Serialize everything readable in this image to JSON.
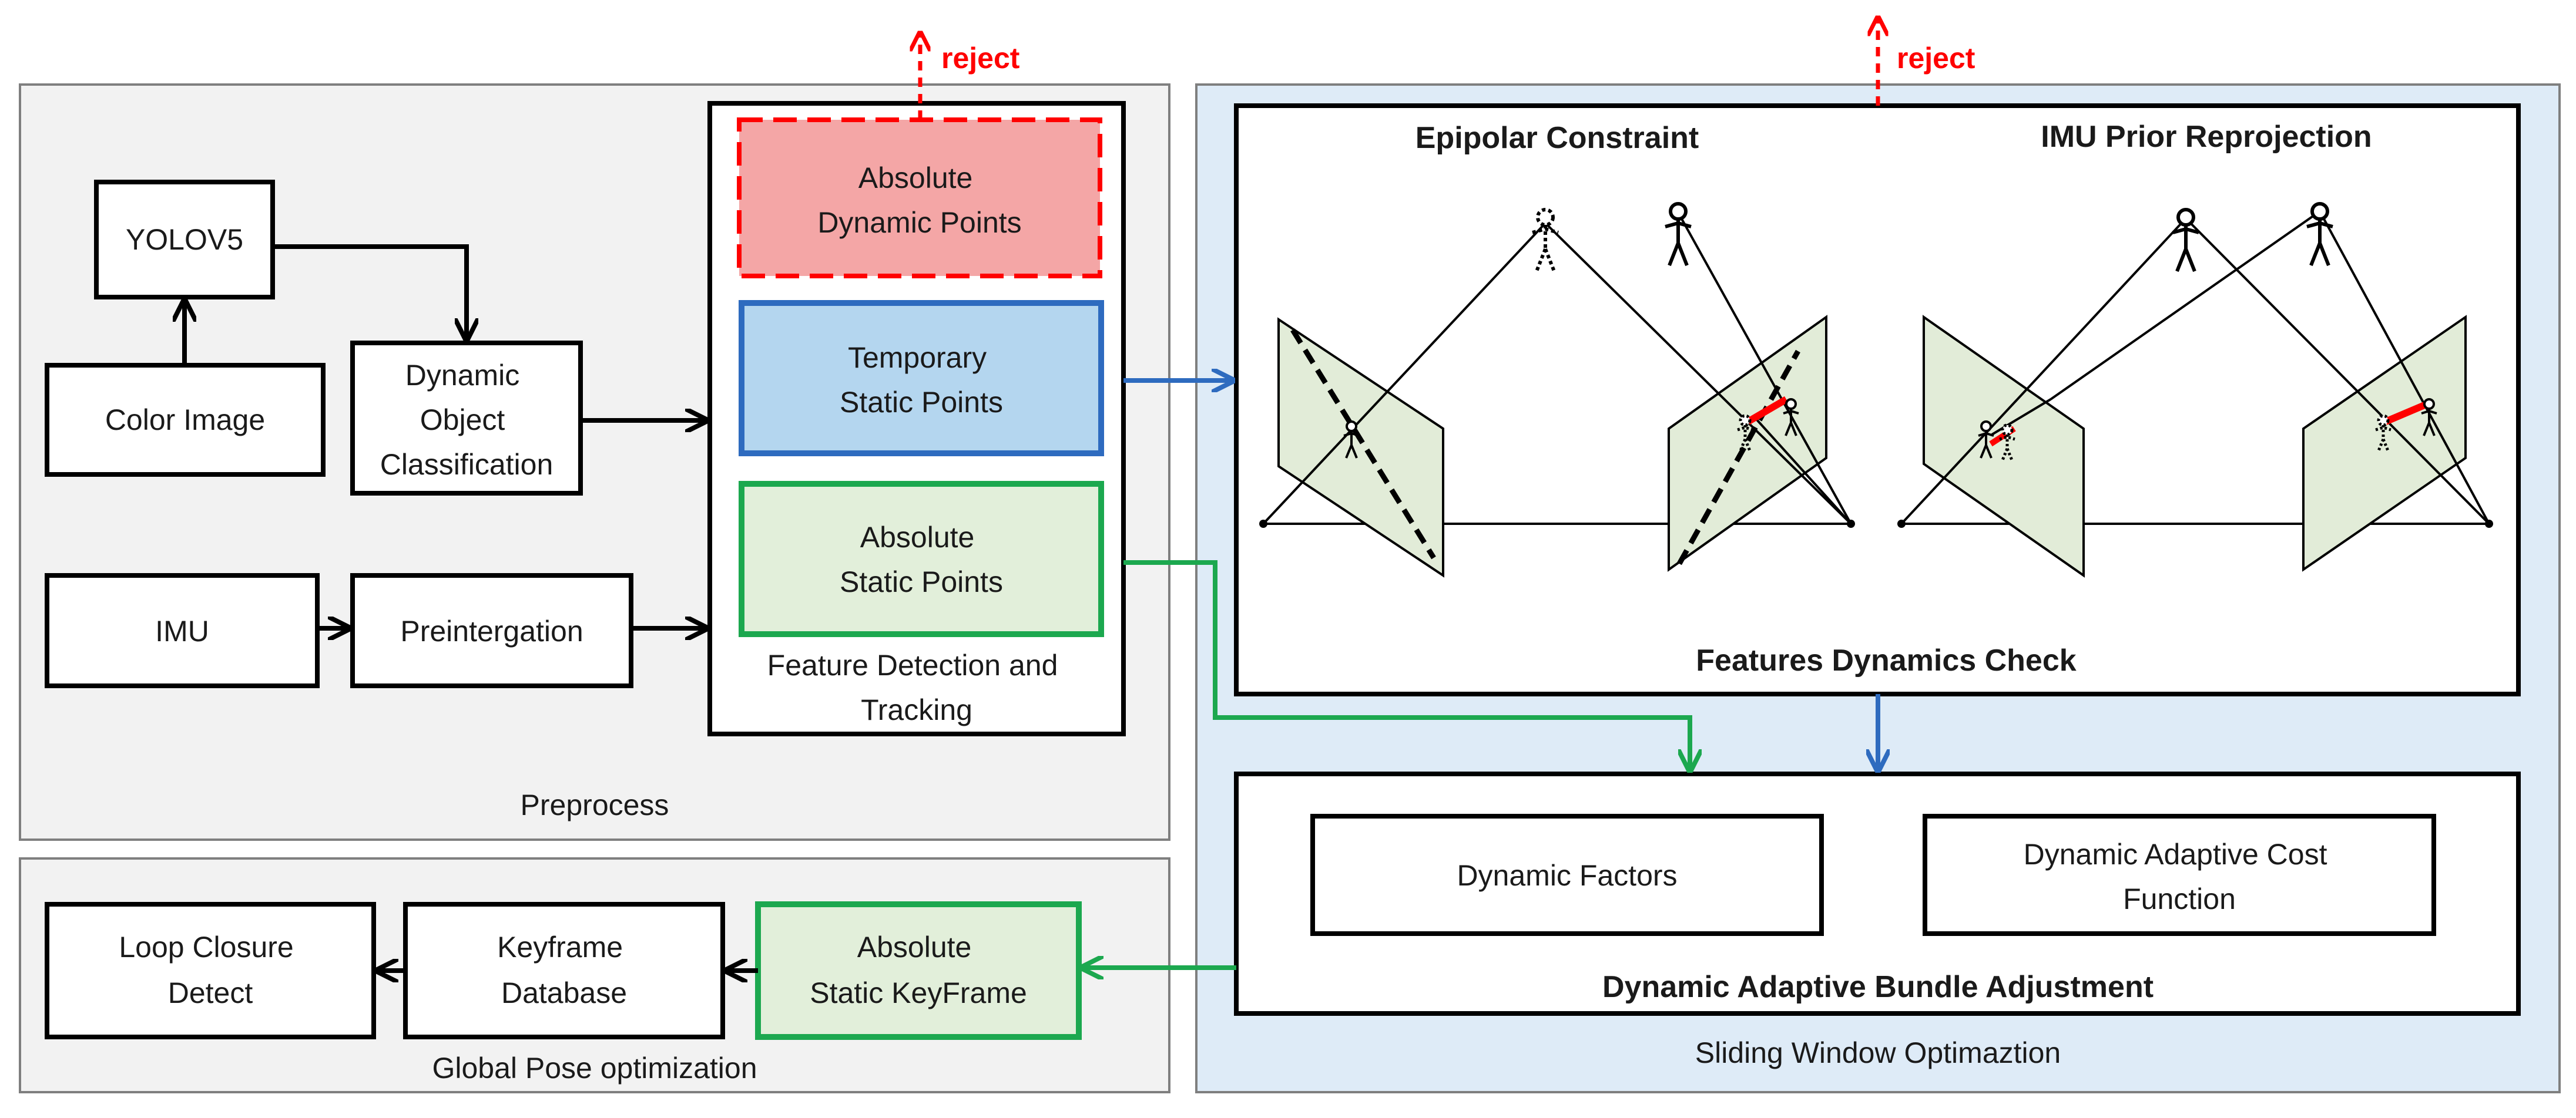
{
  "preprocess": {
    "label": "Preprocess",
    "yolo": "YOLOV5",
    "color_image": "Color Image",
    "dyn_obj": [
      "Dynamic",
      "Object",
      "Classification"
    ],
    "imu": "IMU",
    "preint": "Preintergation",
    "feature": {
      "label": [
        "Feature Detection and",
        "Tracking"
      ],
      "abs_dynamic": [
        "Absolute",
        "Dynamic Points"
      ],
      "temp_static": [
        "Temporary",
        "Static Points"
      ],
      "abs_static": [
        "Absolute",
        "Static Points"
      ]
    },
    "reject": "reject"
  },
  "global_pose": {
    "label": "Global Pose optimization",
    "loop": [
      "Loop Closure",
      "Detect"
    ],
    "keyframe_db": [
      "Keyframe",
      "Database"
    ],
    "abs_static_kf": [
      "Absolute",
      "Static KeyFrame"
    ]
  },
  "sliding_window": {
    "label": "Sliding Window Optimaztion",
    "check": {
      "title": "Features Dynamics Check",
      "epipolar": "Epipolar Constraint",
      "imu_prior": "IMU Prior Reprojection",
      "reject": "reject"
    },
    "ba": {
      "title": "Dynamic Adaptive Bundle Adjustment",
      "factors": "Dynamic Factors",
      "cost": [
        "Dynamic Adaptive Cost",
        "Function"
      ]
    }
  },
  "colors": {
    "panel_gray": "#f2f2f2",
    "panel_blue": "#deebf7",
    "reject_red": "#ff0000",
    "dynamic_fill": "#f4a6a6",
    "temp_fill": "#b4d6ef",
    "temp_stroke": "#2e6bbf",
    "static_fill": "#e2efda",
    "static_stroke": "#1ca84f",
    "plane_fill": "#e2ecd8"
  }
}
